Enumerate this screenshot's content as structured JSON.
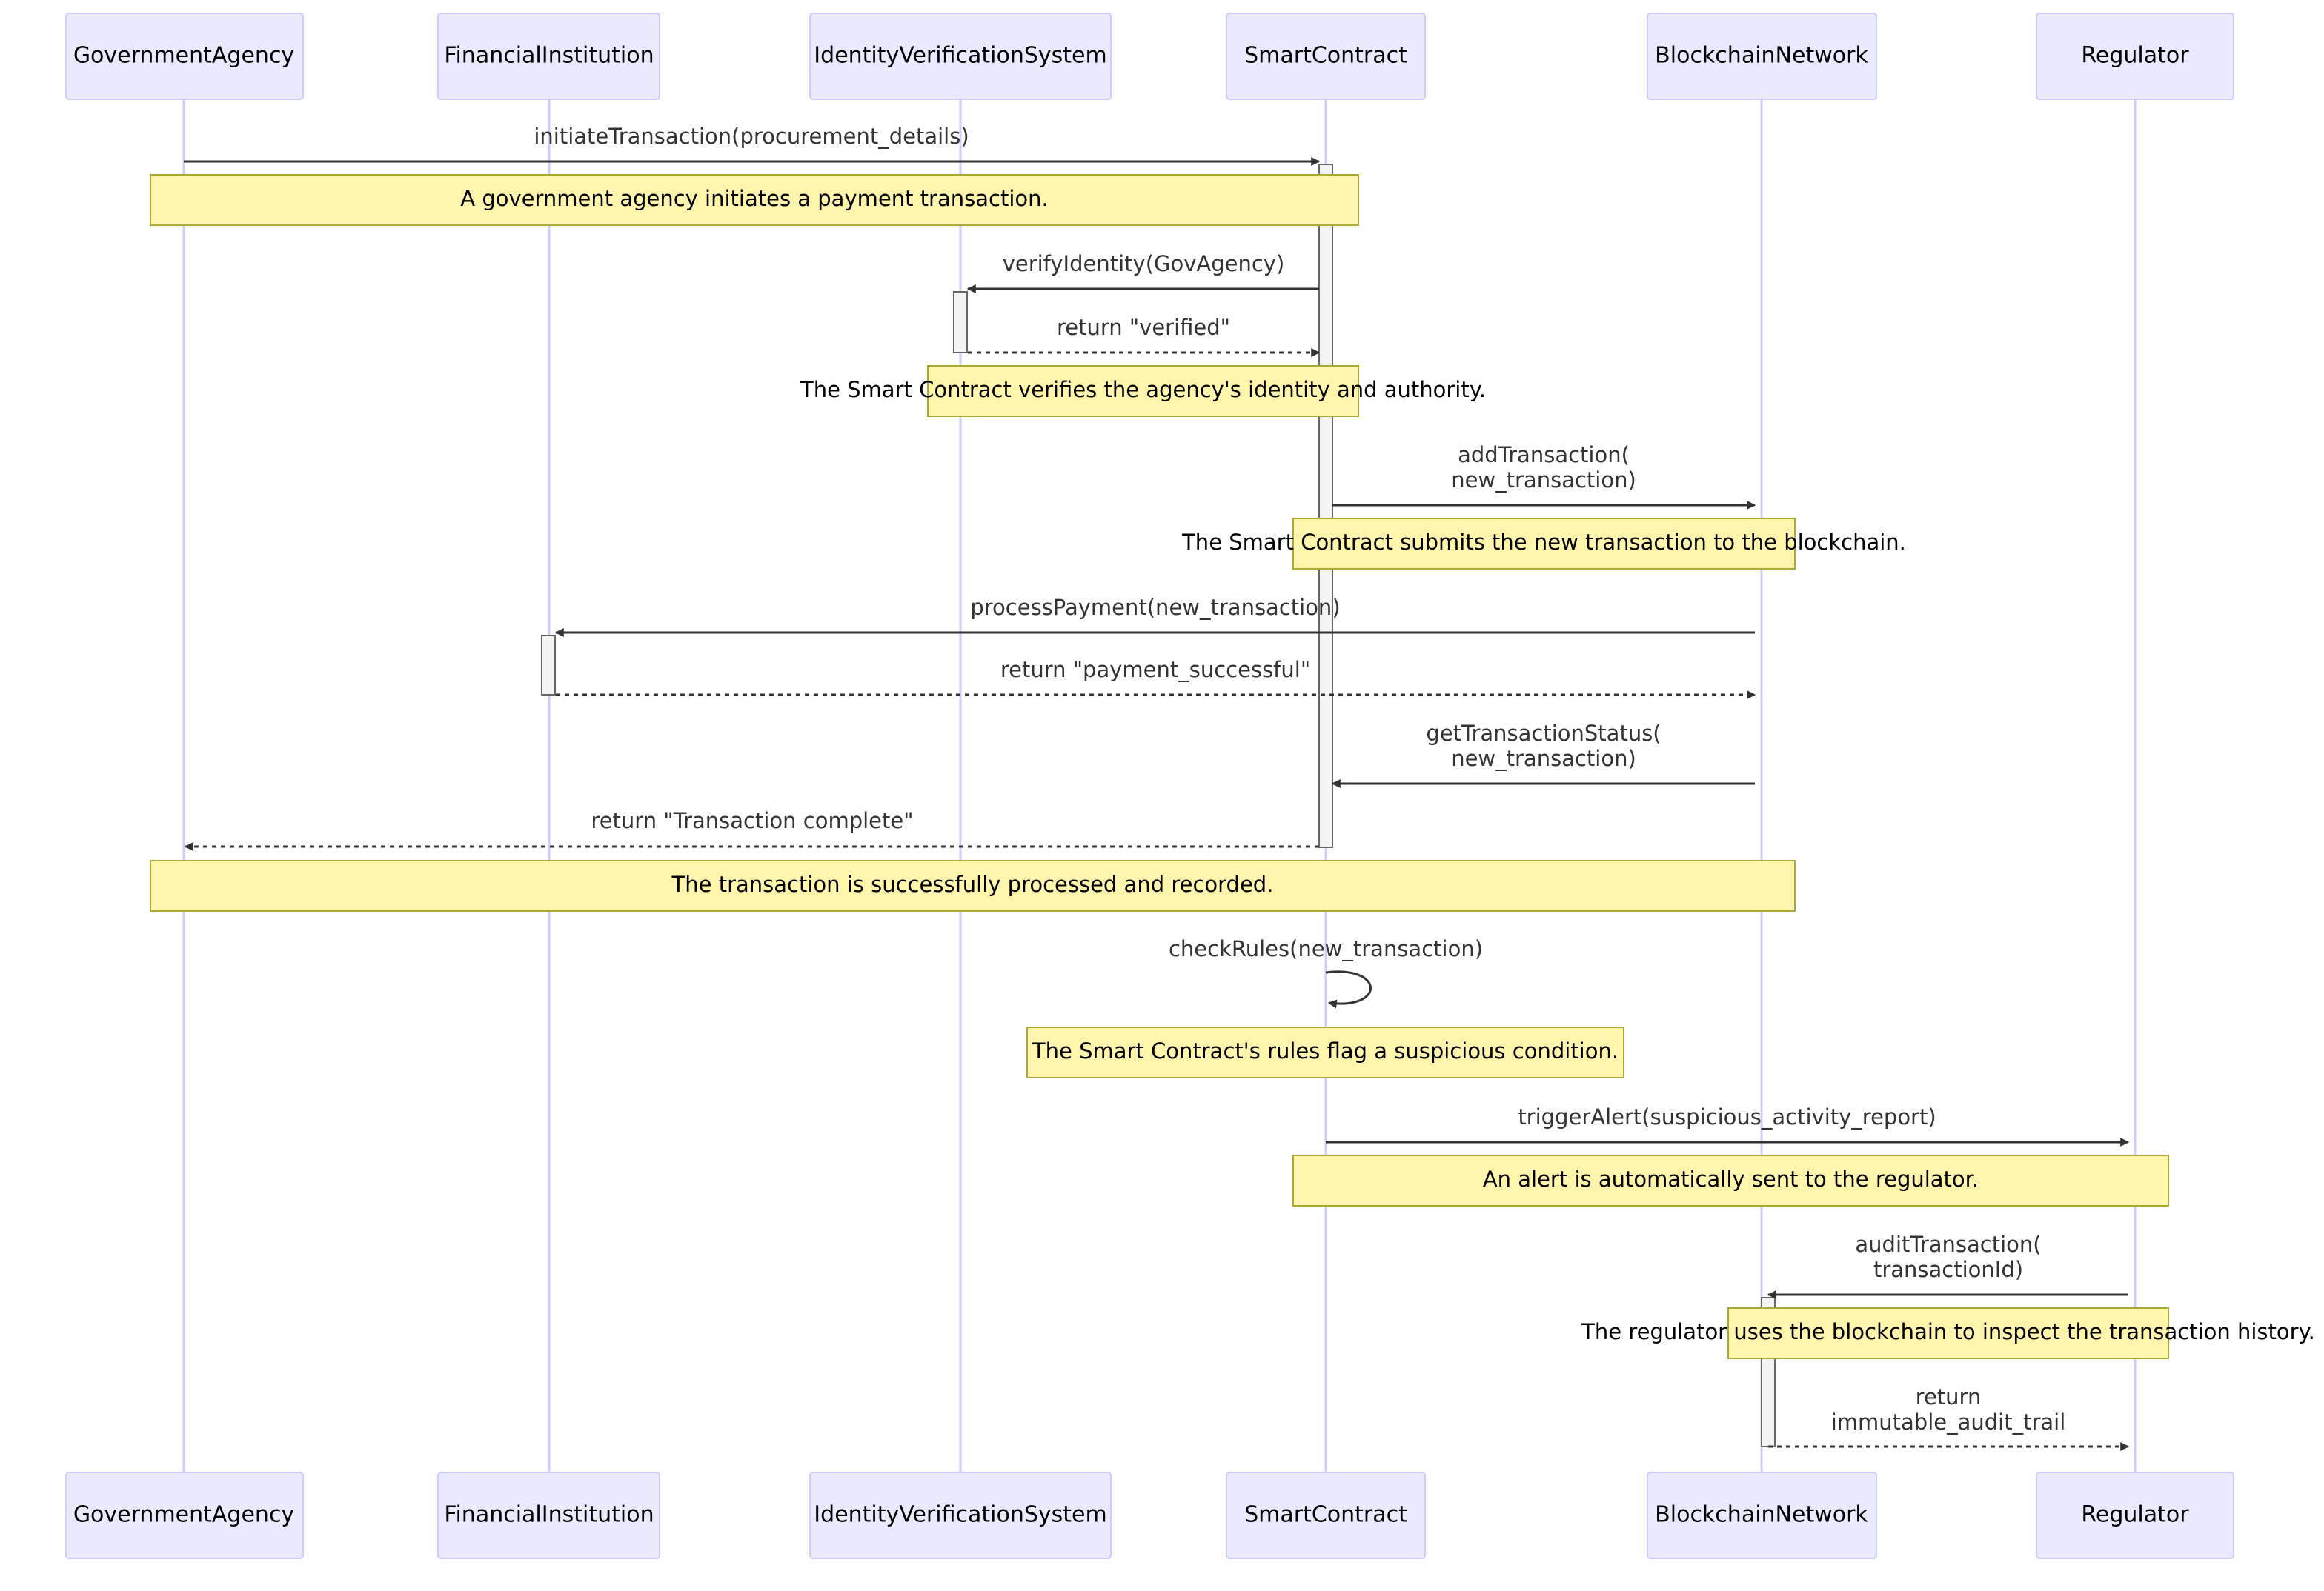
{
  "participants": [
    {
      "id": "ga",
      "name": "GovernmentAgency"
    },
    {
      "id": "fi",
      "name": "FinancialInstitution"
    },
    {
      "id": "ivs",
      "name": "IdentityVerificationSystem"
    },
    {
      "id": "sc",
      "name": "SmartContract"
    },
    {
      "id": "bn",
      "name": "BlockchainNetwork"
    },
    {
      "id": "reg",
      "name": "Regulator"
    }
  ],
  "messages": [
    {
      "id": "m1",
      "from": "ga",
      "to": "sc",
      "style": "solid",
      "lines": [
        "initiateTransaction(procurement_details)"
      ]
    },
    {
      "id": "m2",
      "from": "sc",
      "to": "ivs",
      "style": "solid",
      "lines": [
        "verifyIdentity(GovAgency)"
      ]
    },
    {
      "id": "m3",
      "from": "ivs",
      "to": "sc",
      "style": "dashed",
      "lines": [
        "return \"verified\""
      ]
    },
    {
      "id": "m4",
      "from": "sc",
      "to": "bn",
      "style": "solid",
      "lines": [
        "addTransaction(",
        "new_transaction)"
      ]
    },
    {
      "id": "m5",
      "from": "bn",
      "to": "fi",
      "style": "solid",
      "lines": [
        "processPayment(new_transaction)"
      ]
    },
    {
      "id": "m6",
      "from": "fi",
      "to": "bn",
      "style": "dashed",
      "lines": [
        "return \"payment_successful\""
      ]
    },
    {
      "id": "m7",
      "from": "bn",
      "to": "sc",
      "style": "solid",
      "lines": [
        "getTransactionStatus(",
        "new_transaction)"
      ]
    },
    {
      "id": "m8",
      "from": "sc",
      "to": "ga",
      "style": "dashed",
      "lines": [
        "return \"Transaction complete\""
      ]
    },
    {
      "id": "m9",
      "from": "sc",
      "to": "sc",
      "style": "solid",
      "lines": [
        "checkRules(new_transaction)"
      ]
    },
    {
      "id": "m10",
      "from": "sc",
      "to": "reg",
      "style": "solid",
      "lines": [
        "triggerAlert(suspicious_activity_report)"
      ]
    },
    {
      "id": "m11",
      "from": "reg",
      "to": "bn",
      "style": "solid",
      "lines": [
        "auditTransaction(",
        "transactionId)"
      ]
    },
    {
      "id": "m12",
      "from": "bn",
      "to": "reg",
      "style": "dashed",
      "lines": [
        "return",
        "immutable_audit_trail"
      ]
    }
  ],
  "notes": [
    {
      "id": "n1",
      "text": "A government agency initiates a payment transaction."
    },
    {
      "id": "n2",
      "text": "The Smart Contract verifies the agency's identity and authority."
    },
    {
      "id": "n3",
      "text": "The Smart Contract submits the new transaction to the blockchain."
    },
    {
      "id": "n4",
      "text": "The transaction is successfully processed and recorded."
    },
    {
      "id": "n5",
      "text": "The Smart Contract's rules flag a suspicious condition."
    },
    {
      "id": "n6",
      "text": "An alert is automatically sent to the regulator."
    },
    {
      "id": "n7",
      "text": "The regulator uses the blockchain to inspect the transaction history."
    }
  ],
  "colors": {
    "actor_fill": "#eaeaff",
    "actor_stroke": "#ccccff",
    "lifeline": "#ccccff",
    "note_fill": "#fff5ad",
    "note_stroke": "#aaaa33",
    "message": "#333333",
    "activation_fill": "#f4f4f4",
    "activation_stroke": "#666666",
    "text": "#000000",
    "message_text": "#333333"
  }
}
